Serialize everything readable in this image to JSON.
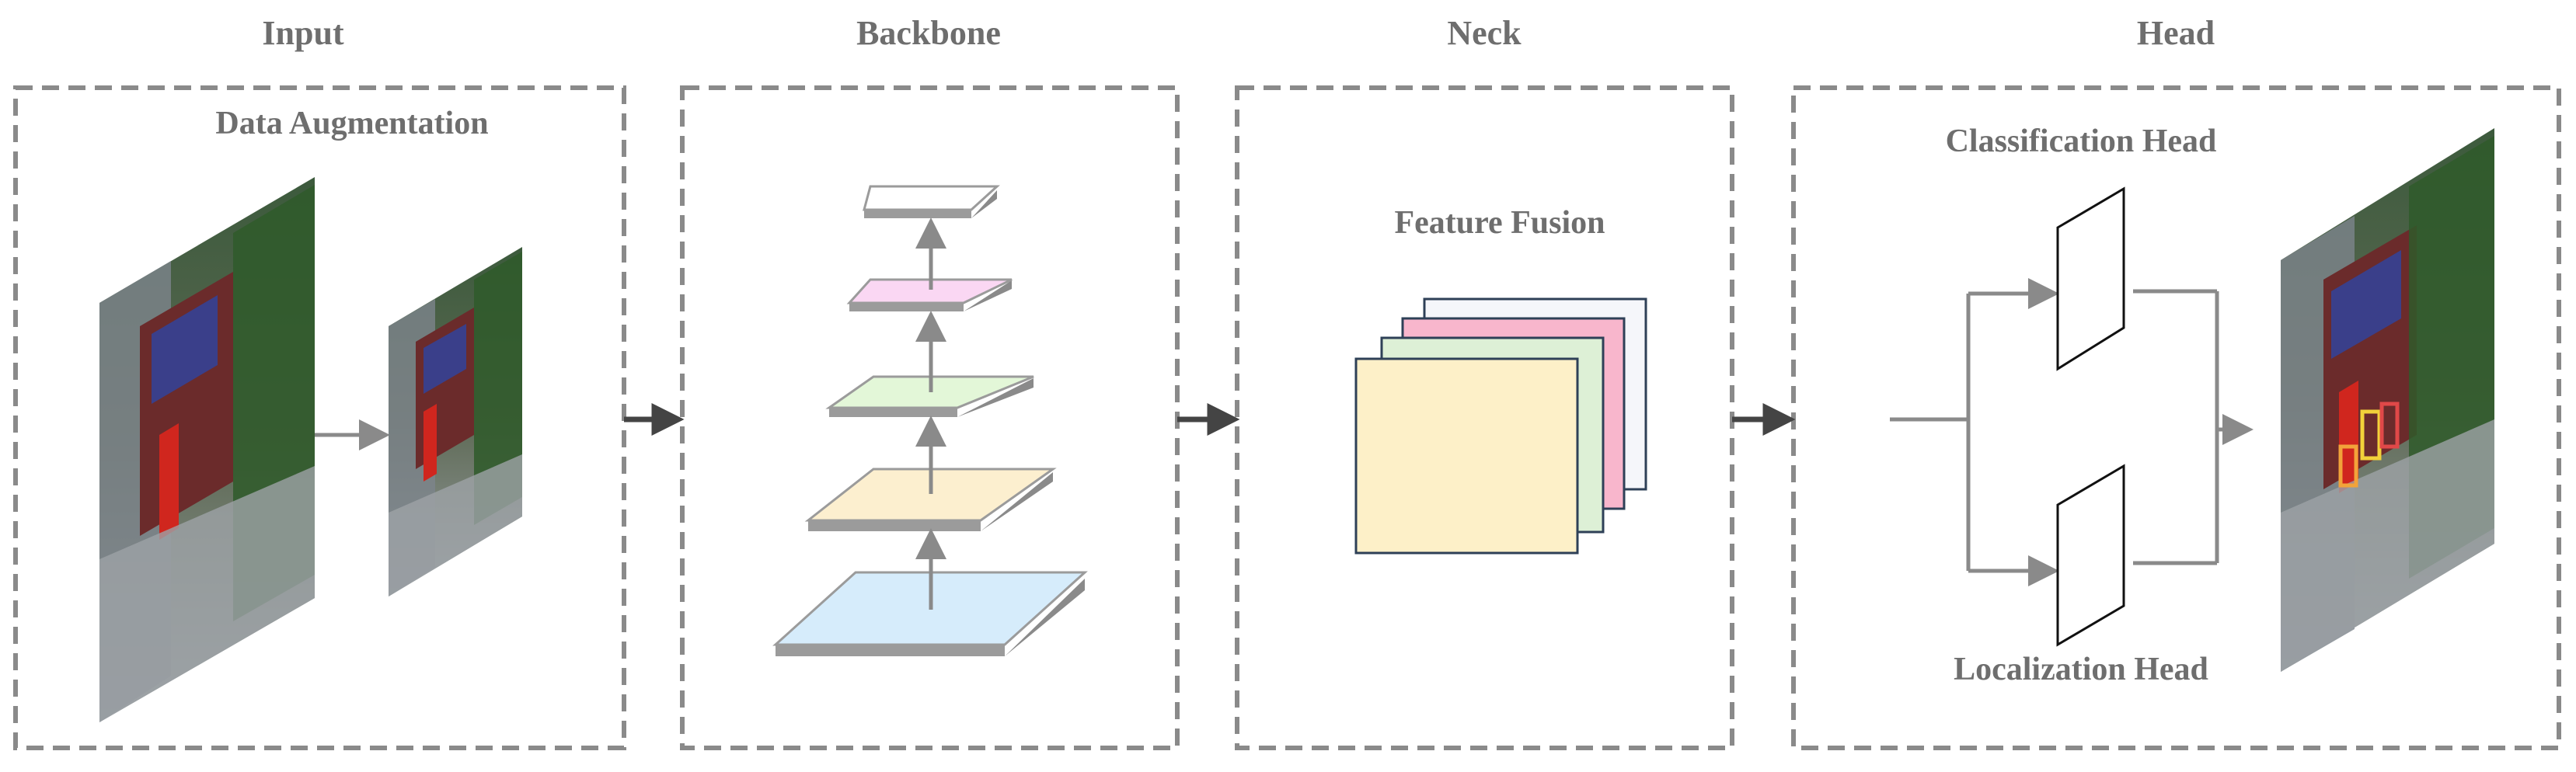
{
  "stages": [
    {
      "title": "Input",
      "box_title": "Data Augmentation"
    },
    {
      "title": "Backbone",
      "box_title": ""
    },
    {
      "title": "Neck",
      "box_title": "Feature Fusion"
    },
    {
      "title": "Head",
      "box_title": "Classification Head",
      "box_subtitle": "Localization Head"
    }
  ],
  "colors": {
    "border": "#8a8a8a",
    "arrow": "#444444",
    "backbone_layers": [
      "#d6ecfb",
      "#fcefcf",
      "#e3f7d8",
      "#fad7f3",
      "#ffffff"
    ],
    "neck_maps": [
      "#f5f6fa",
      "#f8b6cc",
      "#ddf0d6",
      "#fdf0c8"
    ],
    "neck_map_border": "#2e4057"
  }
}
